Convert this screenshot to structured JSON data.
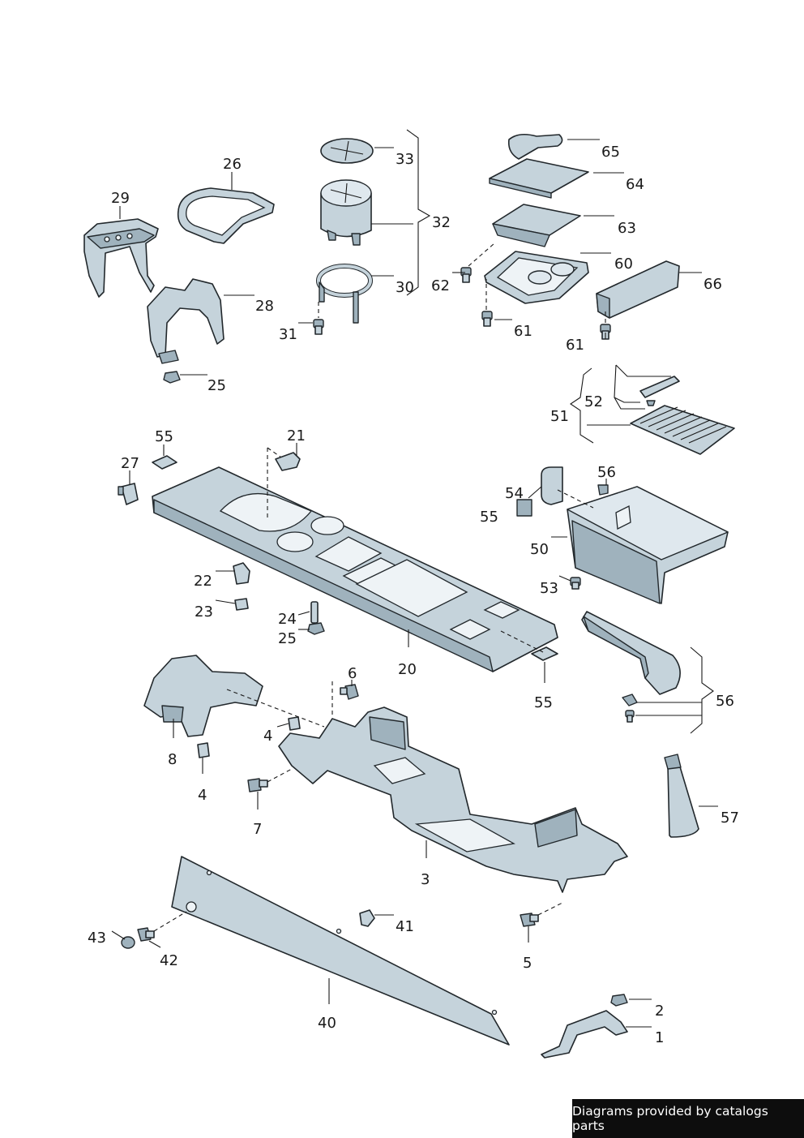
{
  "footer": {
    "credit": "Diagrams provided by catalogs parts"
  },
  "callouts": [
    {
      "id": "c65",
      "label": "65"
    },
    {
      "id": "c64",
      "label": "64"
    },
    {
      "id": "c63",
      "label": "63"
    },
    {
      "id": "c60",
      "label": "60"
    },
    {
      "id": "c66",
      "label": "66"
    },
    {
      "id": "c62",
      "label": "62"
    },
    {
      "id": "c61a",
      "label": "61"
    },
    {
      "id": "c61b",
      "label": "61"
    },
    {
      "id": "c33",
      "label": "33"
    },
    {
      "id": "c32",
      "label": "32"
    },
    {
      "id": "c30",
      "label": "30"
    },
    {
      "id": "c31",
      "label": "31"
    },
    {
      "id": "c26",
      "label": "26"
    },
    {
      "id": "c29",
      "label": "29"
    },
    {
      "id": "c28",
      "label": "28"
    },
    {
      "id": "c25a",
      "label": "25"
    },
    {
      "id": "c52",
      "label": "52"
    },
    {
      "id": "c51",
      "label": "51"
    },
    {
      "id": "c55a",
      "label": "55"
    },
    {
      "id": "c21",
      "label": "21"
    },
    {
      "id": "c27",
      "label": "27"
    },
    {
      "id": "c56a",
      "label": "56"
    },
    {
      "id": "c54",
      "label": "54"
    },
    {
      "id": "c55b",
      "label": "55"
    },
    {
      "id": "c50",
      "label": "50"
    },
    {
      "id": "c53",
      "label": "53"
    },
    {
      "id": "c22",
      "label": "22"
    },
    {
      "id": "c23",
      "label": "23"
    },
    {
      "id": "c24",
      "label": "24"
    },
    {
      "id": "c25b",
      "label": "25"
    },
    {
      "id": "c20",
      "label": "20"
    },
    {
      "id": "c55c",
      "label": "55"
    },
    {
      "id": "c6",
      "label": "6"
    },
    {
      "id": "c56b",
      "label": "56"
    },
    {
      "id": "c4a",
      "label": "4"
    },
    {
      "id": "c8",
      "label": "8"
    },
    {
      "id": "c4b",
      "label": "4"
    },
    {
      "id": "c7",
      "label": "7"
    },
    {
      "id": "c57",
      "label": "57"
    },
    {
      "id": "c3",
      "label": "3"
    },
    {
      "id": "c41",
      "label": "41"
    },
    {
      "id": "c43",
      "label": "43"
    },
    {
      "id": "c42",
      "label": "42"
    },
    {
      "id": "c5",
      "label": "5"
    },
    {
      "id": "c40",
      "label": "40"
    },
    {
      "id": "c2",
      "label": "2"
    },
    {
      "id": "c1",
      "label": "1"
    }
  ]
}
